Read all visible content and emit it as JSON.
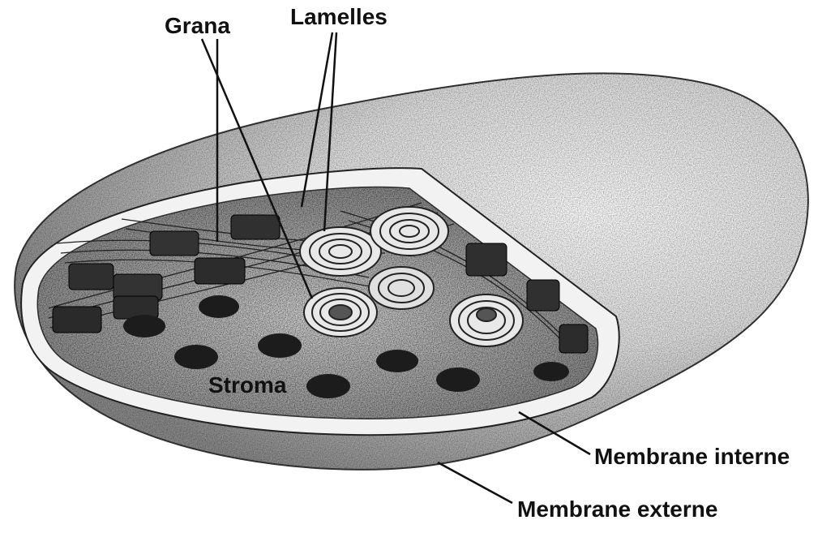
{
  "diagram": {
    "labels": {
      "grana": "Grana",
      "lamelles": "Lamelles",
      "stroma": "Stroma",
      "membrane_interne": "Membrane interne",
      "membrane_externe": "Membrane externe"
    }
  },
  "colors": {
    "ink": "#111111",
    "outer_shell": "#cfcfcf",
    "inner_membrane": "#eeeeee",
    "stroma_fill": "#bdbdbd",
    "granum": "#2a2a2a"
  }
}
